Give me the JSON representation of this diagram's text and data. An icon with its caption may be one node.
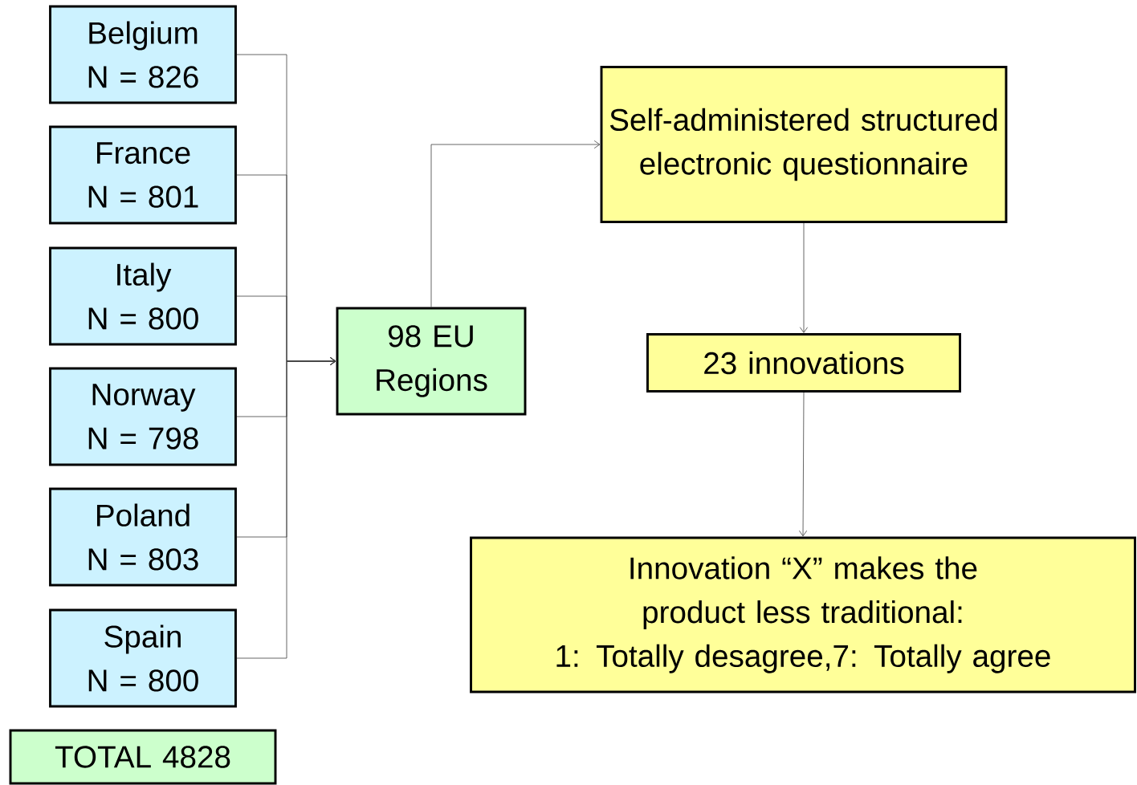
{
  "diagram": {
    "nodes": [
      {
        "text": [
          "Belgium",
          "N = 826"
        ]
      },
      {
        "text": [
          "France",
          "N = 801"
        ]
      },
      {
        "text": [
          "Italy",
          "N = 800"
        ]
      },
      {
        "text": [
          "Norway",
          "N = 798"
        ]
      },
      {
        "text": [
          "Poland",
          "N = 803"
        ]
      },
      {
        "text": [
          "Spain",
          "N = 800"
        ]
      },
      {
        "text": [
          "TOTAL 4828"
        ]
      },
      {
        "text": [
          "98 EU Regions"
        ]
      },
      {
        "text": [
          "Self-administered structured electronic questionnaire"
        ]
      },
      {
        "text": [
          "23 innovations"
        ]
      },
      {
        "text": [
          "Innovation “X” makes the product less traditional:",
          "1: Totally desagree,7: Totally agree"
        ]
      }
    ],
    "edges": [
      {
        "from": 0,
        "to": 7,
        "arrow": "to"
      },
      {
        "from": 1,
        "to": 7,
        "arrow": "to"
      },
      {
        "from": 2,
        "to": 7,
        "arrow": "to"
      },
      {
        "from": 3,
        "to": 7,
        "arrow": "to"
      },
      {
        "from": 4,
        "to": 7,
        "arrow": "to"
      },
      {
        "from": 5,
        "to": 7,
        "arrow": "to"
      },
      {
        "from": 7,
        "to": 8,
        "arrow": "to"
      },
      {
        "from": 8,
        "to": 9,
        "arrow": "to"
      },
      {
        "from": 9,
        "to": 10,
        "arrow": "to"
      }
    ]
  }
}
